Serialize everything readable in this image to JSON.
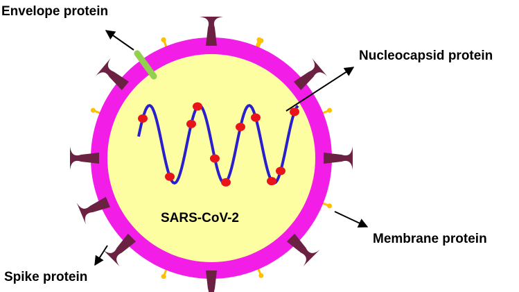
{
  "diagram": {
    "center_label": "SARS-CoV-2",
    "labels": {
      "envelope": "Envelope protein",
      "nucleocapsid": "Nucleocapsid protein",
      "membrane": "Membrane protein",
      "spike": "Spike protein"
    },
    "colors": {
      "membrane_ring": "#f21ee8",
      "interior": "#fdfda2",
      "spike": "#6b2142",
      "envelope_protein": "#92d050",
      "membrane_protein_stick": "#ffc000",
      "rna_strand": "#2a1fcc",
      "nucleocapsid_dot": "#e8141a",
      "arrow": "#000000"
    }
  }
}
